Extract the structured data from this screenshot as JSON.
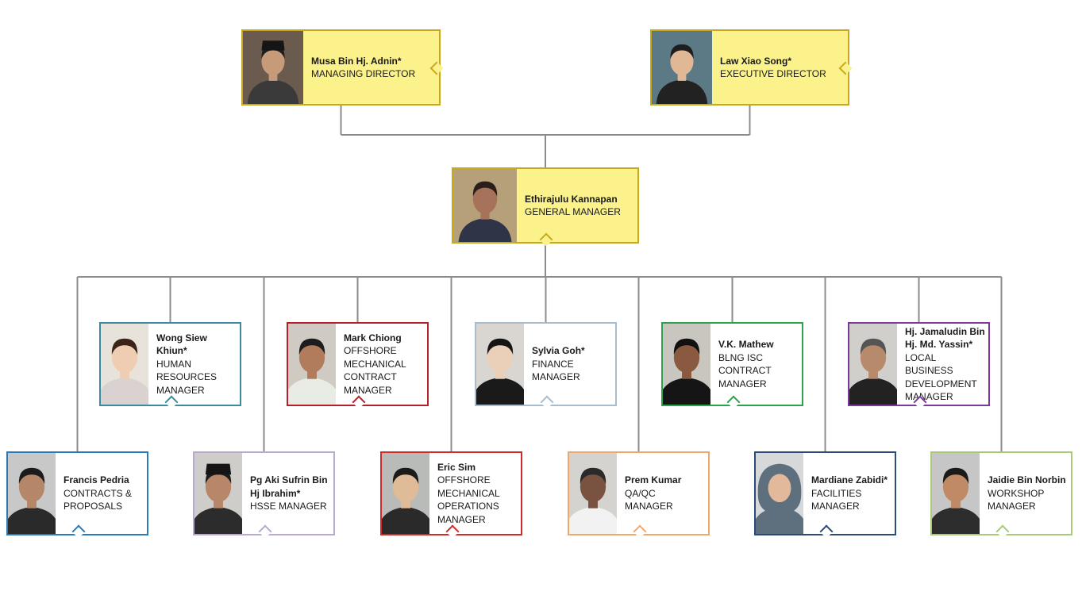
{
  "chart_data": {
    "type": "org-chart",
    "nodes": [
      {
        "id": "musa",
        "name": "Musa Bin Hj. Adnin*",
        "title": "MANAGING DIRECTOR",
        "color": "#c9a81c",
        "kind": "exec",
        "reports_to": null
      },
      {
        "id": "law",
        "name": "Law Xiao Song*",
        "title": "EXECUTIVE DIRECTOR",
        "color": "#c9a81c",
        "kind": "exec",
        "reports_to": null
      },
      {
        "id": "ethi",
        "name": "Ethirajulu Kannapan",
        "title": "GENERAL MANAGER",
        "color": "#c9a81c",
        "kind": "exec",
        "reports_to": [
          "musa",
          "law"
        ]
      },
      {
        "id": "wong",
        "name": "Wong Siew Khiun*",
        "title": "HUMAN\nRESOURCES\nMANAGER",
        "color": "#3b8a9e",
        "reports_to": "ethi"
      },
      {
        "id": "mark",
        "name": "Mark Chiong",
        "title": "OFFSHORE\nMECHANICAL\nCONTRACT\nMANAGER",
        "color": "#b5202a",
        "reports_to": "ethi"
      },
      {
        "id": "sylvia",
        "name": "Sylvia Goh*",
        "title": "FINANCE\nMANAGER",
        "color": "#a8bcd0",
        "reports_to": "ethi"
      },
      {
        "id": "vk",
        "name": "V.K. Mathew",
        "title": "BLNG ISC\nCONTRACT\nMANAGER",
        "color": "#2ca24c",
        "reports_to": "ethi"
      },
      {
        "id": "jamal",
        "name": "Hj. Jamaludin Bin\nHj. Md. Yassin*",
        "title": "LOCAL BUSINESS\nDEVELOPMENT\nMANAGER",
        "color": "#7b3a9a",
        "reports_to": "ethi"
      },
      {
        "id": "francis",
        "name": "Francis Pedria",
        "title": "CONTRACTS &\nPROPOSALS",
        "color": "#2a79b8",
        "reports_to": "ethi"
      },
      {
        "id": "pgaki",
        "name": "Pg Aki Sufrin Bin\nHj Ibrahim*",
        "title": "HSSE MANAGER",
        "color": "#b9a8d0",
        "reports_to": "ethi"
      },
      {
        "id": "eric",
        "name": "Eric Sim",
        "title": "OFFSHORE\nMECHANICAL\nOPERATIONS\nMANAGER",
        "color": "#d22a2a",
        "reports_to": "ethi"
      },
      {
        "id": "prem",
        "name": "Prem Kumar",
        "title": "QA/QC MANAGER",
        "color": "#f0a86a",
        "reports_to": "ethi"
      },
      {
        "id": "mardiane",
        "name": "Mardiane Zabidi*",
        "title": "FACILITIES\nMANAGER",
        "color": "#2b4a78",
        "reports_to": "ethi"
      },
      {
        "id": "jaidie",
        "name": "Jaidie Bin Norbin",
        "title": "WORKSHOP\nMANAGER",
        "color": "#a8c97a",
        "reports_to": "ethi"
      }
    ]
  }
}
